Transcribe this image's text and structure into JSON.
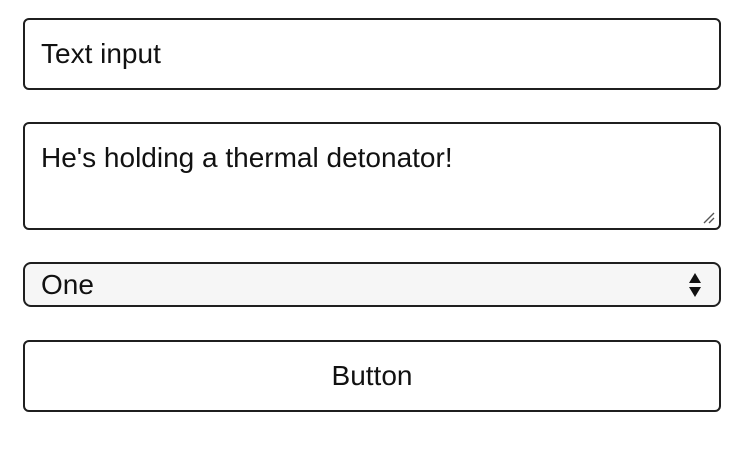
{
  "form": {
    "text_input": {
      "value": "Text input"
    },
    "textarea": {
      "value": "He's holding a thermal detonator!"
    },
    "select": {
      "selected": "One"
    },
    "button": {
      "label": "Button"
    }
  },
  "icons": {
    "resize": "resize-grip-icon",
    "select_arrows": "select-updown-arrows-icon"
  }
}
